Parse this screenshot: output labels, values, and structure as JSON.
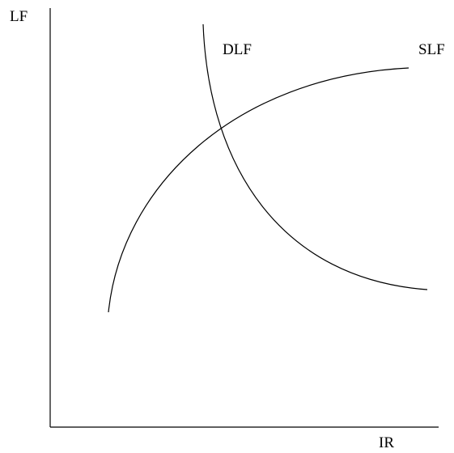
{
  "axes": {
    "y_label": "LF",
    "x_label": "IR"
  },
  "curves": {
    "demand": {
      "label": "DLF"
    },
    "supply": {
      "label": "SLF"
    }
  },
  "colors": {
    "line": "#000000",
    "background": "#ffffff"
  }
}
